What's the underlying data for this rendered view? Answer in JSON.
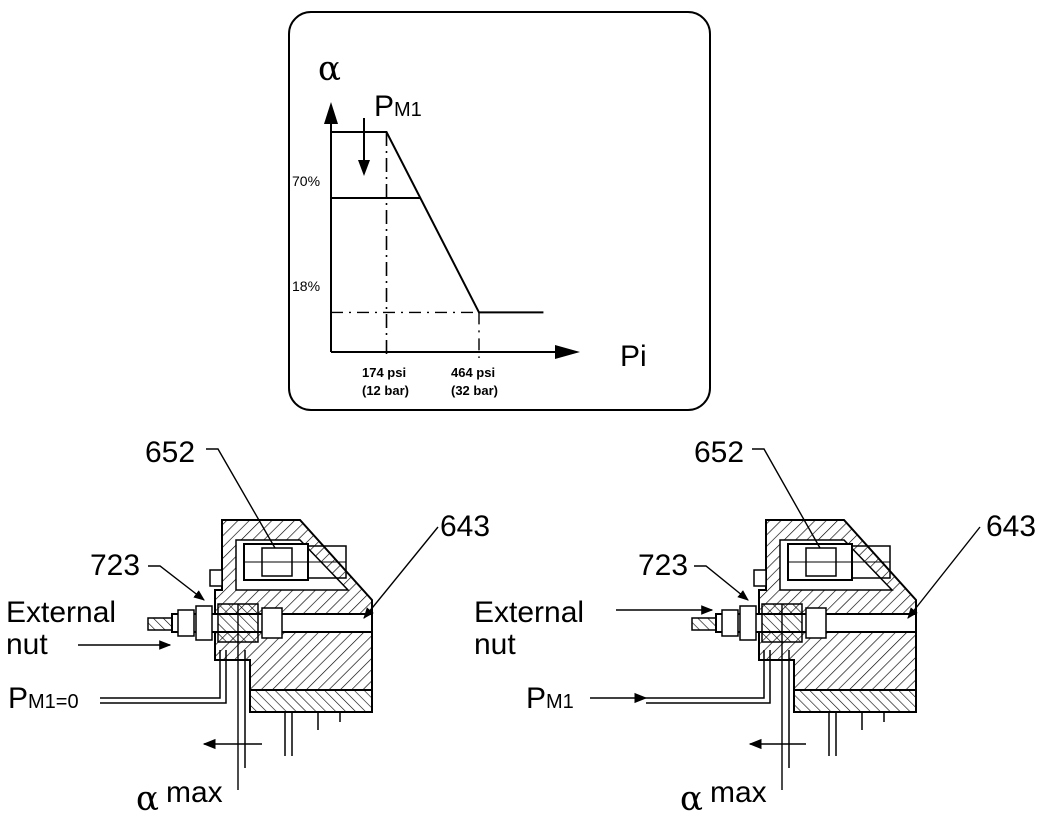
{
  "chart_data": {
    "type": "line",
    "title": "",
    "ylabel": "α",
    "xlabel": "Pi",
    "marker_label": "PM1",
    "y_ticks": [
      "70%",
      "18%"
    ],
    "x_ticks": [
      {
        "line1": "174 psi",
        "line2": "(12 bar)"
      },
      {
        "line1": "464 psi",
        "line2": "(32 bar)"
      }
    ],
    "series": [
      {
        "x_psi": [
          0,
          174,
          464,
          666
        ],
        "y_percent": [
          100,
          100,
          18,
          18
        ]
      }
    ]
  },
  "left": {
    "part_652": "652",
    "part_723": "723",
    "part_643": "643",
    "nut_line1": "External",
    "nut_line2": "nut",
    "pressure_P": "P",
    "pressure_sub": "M1=0",
    "alpha": "α",
    "alpha_sub": "max"
  },
  "right": {
    "part_652": "652",
    "part_723": "723",
    "part_643": "643",
    "nut_line1": "External",
    "nut_line2": "nut",
    "pressure_P": "P",
    "pressure_sub": "M1",
    "alpha": "α",
    "alpha_sub": "max"
  }
}
